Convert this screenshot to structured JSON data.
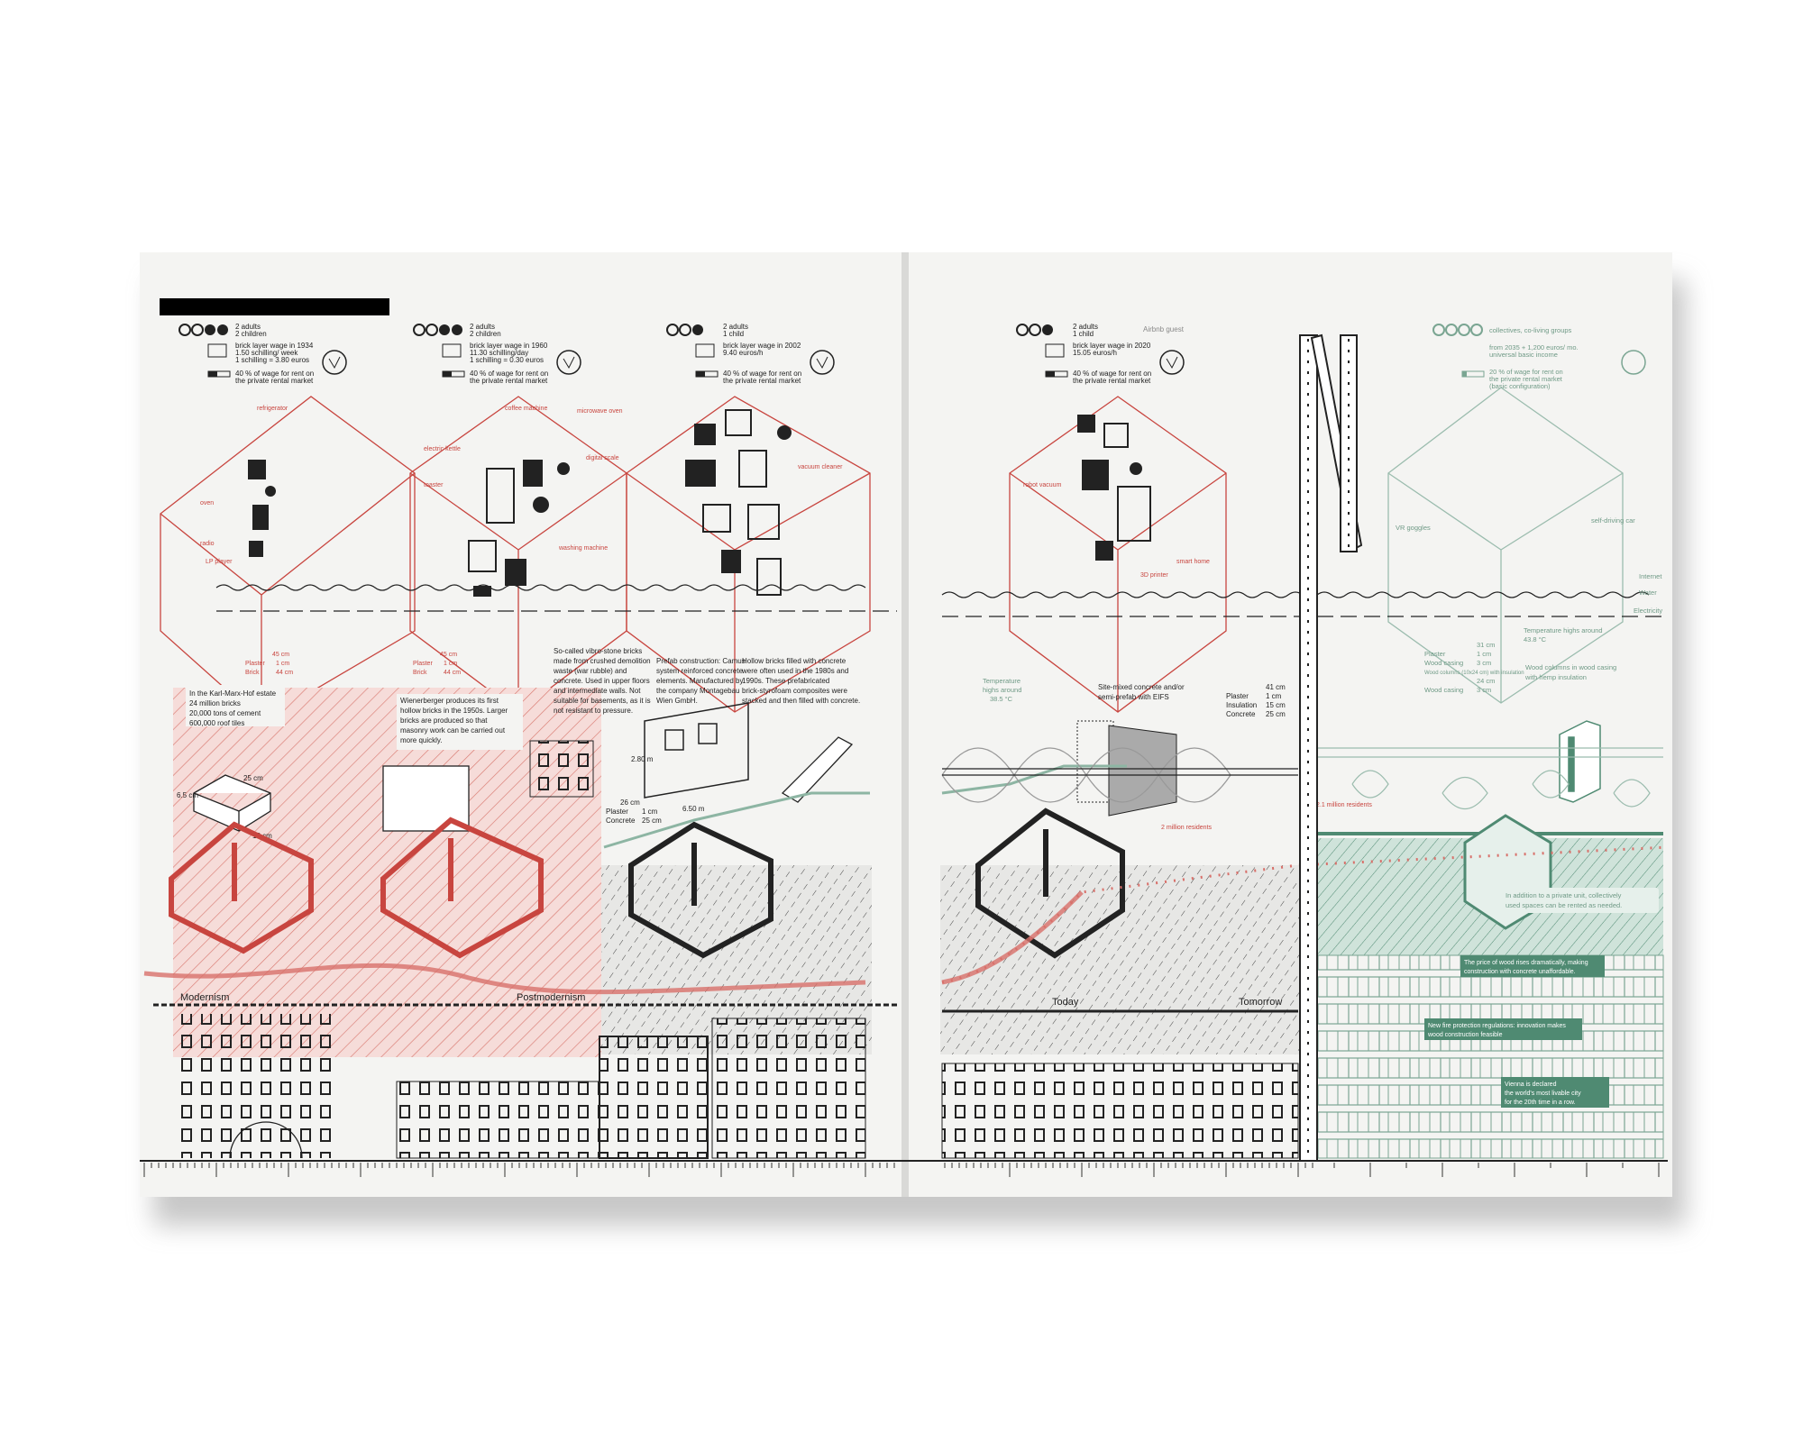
{
  "colors": {
    "red": "#c8453f",
    "green": "#4f8a72",
    "green_light": "#cfe3da",
    "black": "#1a1a1a",
    "paper": "#f4f4f2"
  },
  "households": [
    {
      "people": "2 adults",
      "children": "2 children",
      "wage": [
        "brick layer wage in 1934",
        "1.50 schilling/ week",
        "1 schilling = 3.80 euros"
      ],
      "rent": [
        "40 % of wage for rent on",
        "the private rental market"
      ]
    },
    {
      "people": "2 adults",
      "children": "2 children",
      "wage": [
        "brick layer wage in 1960",
        "11.30 schilling/day",
        "1 schilling = 0.30 euros"
      ],
      "rent": [
        "40 % of wage for rent on",
        "the private rental market"
      ]
    },
    {
      "people": "2 adults",
      "children": "1 child",
      "wage": [
        "brick layer wage in 2002",
        "9.40 euros/h"
      ],
      "rent": [
        "40 % of wage for rent on",
        "the private rental market"
      ]
    },
    {
      "people": "2 adults",
      "children": "1 child",
      "guest": "Airbnb guest",
      "wage": [
        "brick layer wage in 2020",
        "15.05 euros/h"
      ],
      "rent": [
        "40 % of wage for rent on",
        "the private rental market"
      ]
    },
    {
      "people": "collectives, co-living groups",
      "wage": [
        "from 2035 + 1,200 euros/ mo.",
        "universal basic income"
      ],
      "rent": [
        "20 % of wage for rent on",
        "the private rental market",
        "(basic configuration)"
      ]
    }
  ],
  "text_blocks": {
    "karl_marx_hof": [
      "In the Karl-Marx-Hof estate",
      "24 million bricks",
      "20,000 tons of cement",
      "600,000 roof tiles"
    ],
    "wienerberger": [
      "Wienerberger produces its first",
      "hollow bricks in the 1950s. Larger",
      "bricks are produced so that",
      "masonry work can be carried out",
      "more quickly."
    ],
    "vibro_stone": [
      "So-called vibro-stone bricks",
      "made from crushed demolition",
      "waste (war rubble) and",
      "concrete. Used in upper floors",
      "and intermediate walls. Not",
      "suitable for basements, as it is",
      "not resistant to pressure."
    ],
    "prefab": [
      "Prefab construction: Camus",
      "system reinforced concrete",
      "elements. Manufactured by",
      "the company Montagebau",
      "Wien GmbH."
    ],
    "hollow_bricks": [
      "Hollow bricks filled with concrete",
      "were often used in the 1980s and",
      "1990s. These prefabricated",
      "brick-styrofoam composites were",
      "stacked and then filled with concrete."
    ],
    "site_mixed": [
      "Site-mixed concrete and/or",
      "semi-prefab with EIFS"
    ],
    "wood_columns": [
      "Wood columns in wood casing",
      "with hemp insulation"
    ],
    "collective_spaces": [
      "In addition to a private unit, collectively",
      "used spaces can be rented as needed."
    ],
    "temperature_today": [
      "Temperature",
      "highs around",
      "38.5 °C"
    ],
    "temperature_tomorrow": [
      "Temperature highs around",
      "43.8 °C"
    ]
  },
  "wall_specs": [
    {
      "total": "45 cm",
      "layers": [
        [
          "Plaster",
          "1 cm"
        ],
        [
          "Brick",
          "44 cm"
        ]
      ]
    },
    {
      "total": "45 cm",
      "layers": [
        [
          "Plaster",
          "1 cm"
        ],
        [
          "Brick",
          "44 cm"
        ]
      ]
    },
    {
      "total": "26 cm",
      "layers": [
        [
          "Plaster",
          "1 cm"
        ],
        [
          "Concrete",
          "25 cm"
        ]
      ]
    },
    {
      "total": "41 cm",
      "layers": [
        [
          "Plaster",
          "1 cm"
        ],
        [
          "Insulation",
          "15 cm"
        ],
        [
          "Concrete",
          "25 cm"
        ]
      ]
    },
    {
      "total": "31 cm",
      "layers": [
        [
          "Plaster",
          "1 cm"
        ],
        [
          "Wood casing",
          "3 cm"
        ],
        [
          "Wood columns (10x24 cm) with insulation",
          "24 cm"
        ],
        [
          "Wood casing",
          "3 cm"
        ]
      ]
    }
  ],
  "dimensions": {
    "panel_height": "2.80 m",
    "panel_width": "6.50 m",
    "brick_a": "25 cm",
    "brick_b": "12 cm",
    "brick_c": "6.5 cm"
  },
  "population": [
    "2.1 million residents",
    "2 million residents"
  ],
  "green_notes": [
    "The price of wood rises dramatically, making",
    "construction with concrete unaffordable.",
    "New fire protection regulations: innovation makes",
    "wood construction feasible",
    "Vienna is declared",
    "the world's most livable city",
    "for the 20th time in a row."
  ],
  "appliances_examples": [
    "oven",
    "refrigerator",
    "radio",
    "LP player",
    "electric kettle",
    "toaster",
    "washing machine",
    "coffee machine",
    "microwave oven",
    "digital scale",
    "vacuum cleaner",
    "3D printer",
    "smart home",
    "robot vacuum",
    "VR goggles",
    "self-driving car"
  ],
  "timeline": {
    "labels": [
      "Modernism",
      "Postmodernism",
      "Today",
      "Tomorrow"
    ]
  },
  "legend_band_labels": [
    "Internet",
    "Water",
    "Electricity"
  ]
}
